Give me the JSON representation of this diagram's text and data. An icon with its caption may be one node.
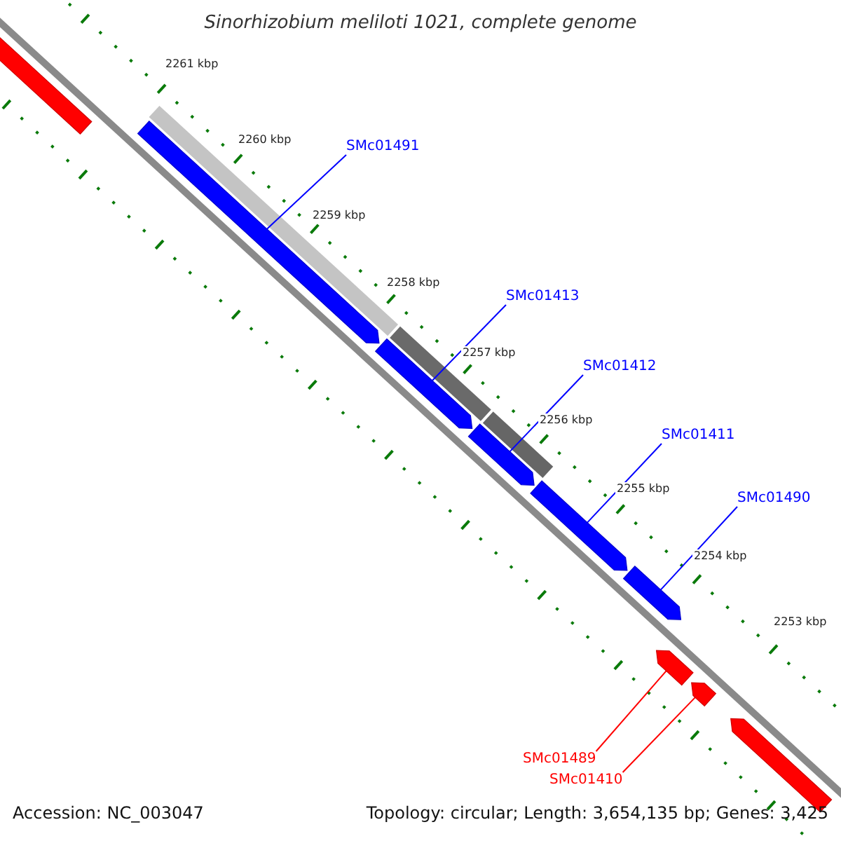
{
  "diagram": {
    "title": "Sinorhizobium meliloti 1021, complete genome",
    "nodes": [
      {
        "text": [
          "SMc01491"
        ]
      },
      {
        "text": [
          "SMc01413"
        ]
      },
      {
        "text": [
          "SMc01412"
        ]
      },
      {
        "text": [
          "SMc01411"
        ]
      },
      {
        "text": [
          "SMc01490"
        ]
      },
      {
        "text": [
          "SMc01489"
        ]
      },
      {
        "text": [
          "SMc01410"
        ]
      },
      {
        "text": [],
        "shape": "bar"
      },
      {
        "text": [],
        "shape": "bar"
      },
      {
        "text": [],
        "shape": "bar"
      },
      {
        "text": [],
        "shape": "bar"
      },
      {
        "text": [],
        "shape": "bar"
      },
      {
        "text": [],
        "shape": "bar"
      },
      {
        "text": [],
        "shape": "bar"
      },
      {
        "text": [],
        "shape": "bar"
      },
      {
        "text": [],
        "shape": "bar"
      }
    ],
    "edges": [
      {
        "from": 0,
        "to": 8,
        "arrow": "none"
      },
      {
        "from": 1,
        "to": 9,
        "arrow": "none"
      },
      {
        "from": 2,
        "to": 10,
        "arrow": "none"
      },
      {
        "from": 3,
        "to": 11,
        "arrow": "none"
      },
      {
        "from": 4,
        "to": 12,
        "arrow": "none"
      },
      {
        "from": 5,
        "to": 13,
        "arrow": "none",
        "color": "#ff0000"
      },
      {
        "from": 6,
        "to": 14,
        "arrow": "none",
        "color": "#ff0000"
      }
    ],
    "labels": [
      "2261 kbp",
      "2260 kbp",
      "2259 kbp",
      "2258 kbp",
      "2257 kbp",
      "2256 kbp",
      "2255 kbp",
      "2254 kbp",
      "2253 kbp",
      "Accession: NC_003047",
      "Topology: circular; Length: 3,654,135 bp; Genes: 3,425"
    ]
  }
}
